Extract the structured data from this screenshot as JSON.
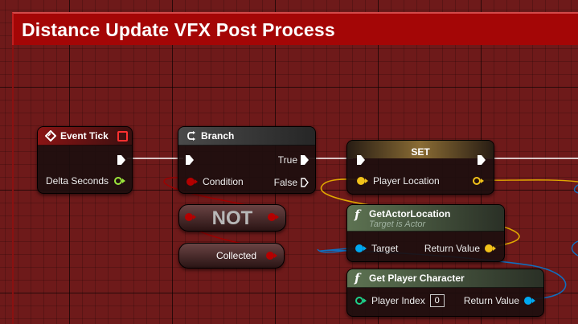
{
  "comment": {
    "title": "Distance Update VFX Post Process"
  },
  "colors": {
    "canvas_bg": "#6e1a1a",
    "comment_header": "#a40606",
    "event_header": "#7a1212",
    "function_header": "#4a5e44",
    "branch_header": "#3c3c3c",
    "set_header": "#5a4828",
    "vector_pin": "#f2c21a",
    "object_pin": "#00a8f0",
    "bool_pin": "#b40000",
    "int_pin": "#1ed08a",
    "float_pin": "#9be63c",
    "exec_pin": "#ffffff"
  },
  "nodes": {
    "event_tick": {
      "title": "Event Tick",
      "header_icon": "event-diamond-icon",
      "outputs": [
        "Delta Seconds"
      ]
    },
    "branch": {
      "title": "Branch",
      "header_icon": "branch-icon",
      "inputs": [
        "Condition"
      ],
      "outputs": [
        "True",
        "False"
      ]
    },
    "set": {
      "title": "SET",
      "inputs": [
        "Player Location"
      ]
    },
    "not": {
      "title": "NOT"
    },
    "collected": {
      "title": "Collected"
    },
    "get_actor_location": {
      "title": "GetActorLocation",
      "subtitle": "Target is Actor",
      "header_icon": "function-icon",
      "inputs": [
        "Target"
      ],
      "outputs": [
        "Return Value"
      ]
    },
    "get_player_character": {
      "title": "Get Player Character",
      "header_icon": "function-icon",
      "inputs": [
        "Player Index"
      ],
      "player_index_value": "0",
      "outputs": [
        "Return Value"
      ]
    }
  }
}
